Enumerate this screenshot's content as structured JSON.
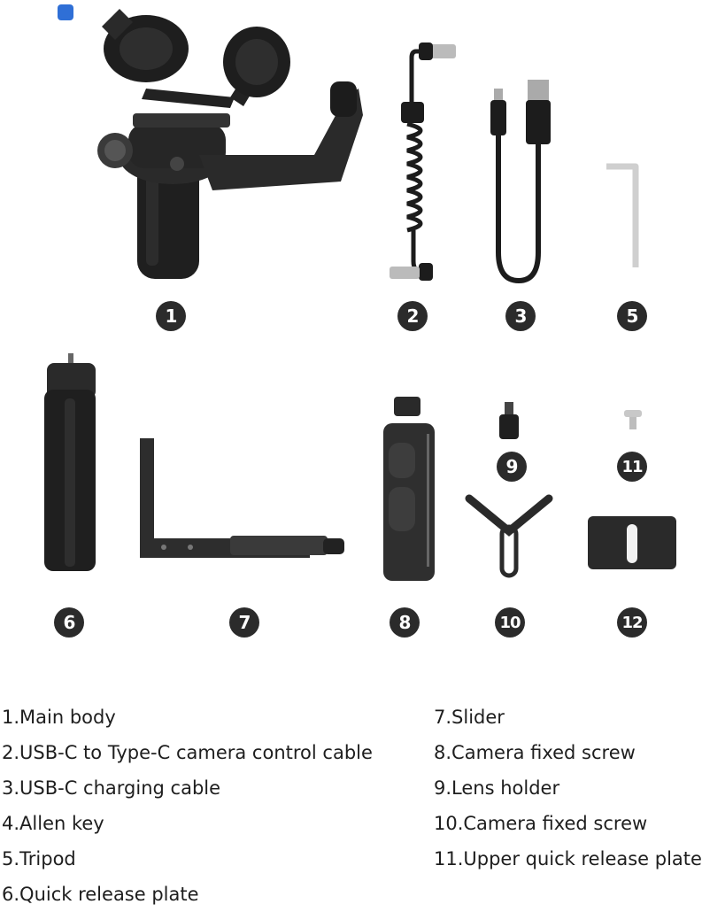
{
  "badges": [
    "1",
    "2",
    "3",
    "5",
    "6",
    "7",
    "8",
    "9",
    "10",
    "11",
    "12"
  ],
  "legend_left": [
    "1.Main body",
    "2.USB-C to Type-C camera control cable",
    "3.USB-C charging cable",
    "4.Allen key",
    "5.Tripod",
    "6.Quick release plate"
  ],
  "legend_right": [
    "7.Slider",
    "8.Camera fixed screw",
    "9.Lens holder",
    "10.Camera fixed screw",
    "11.Upper quick release plate"
  ],
  "colors": {
    "product": "#1c1c1c",
    "product_mid": "#3a3a3a",
    "badge": "#2b2b2b",
    "accent": "#2f6fd6"
  }
}
